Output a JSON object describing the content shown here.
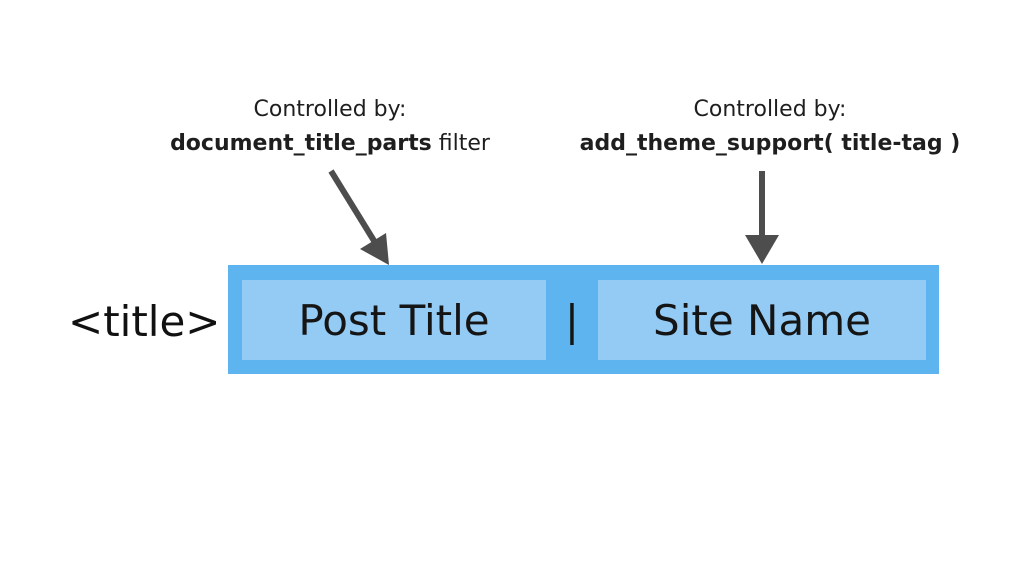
{
  "annotations": {
    "left": {
      "heading": "Controlled by:",
      "code": "document_title_parts",
      "suffix": " filter"
    },
    "right": {
      "heading": "Controlled by:",
      "code": "add_theme_support( title-tag )"
    }
  },
  "title_tag": {
    "label": "<title>",
    "segments": {
      "post_title": "Post Title",
      "separator": "|",
      "site_name": "Site Name"
    }
  },
  "colors": {
    "bar_outer": "#5eb4ee",
    "segment_fill": "#93cbf5",
    "arrow": "#4d4d4d",
    "text": "#1e1e1e"
  },
  "icons": {
    "left_arrow": "arrow-down-right-icon",
    "right_arrow": "arrow-down-icon"
  }
}
